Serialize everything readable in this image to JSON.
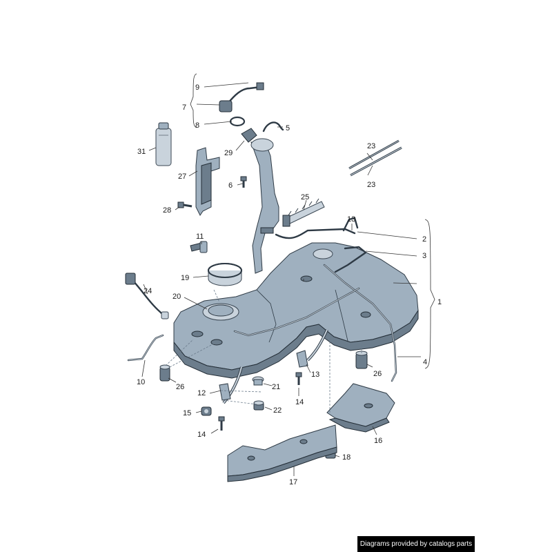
{
  "callouts": {
    "c1": "1",
    "c2": "2",
    "c3": "3",
    "c4": "4",
    "c5": "5",
    "c6": "6",
    "c7": "7",
    "c8": "8",
    "c9": "9",
    "c10": "10",
    "c11": "11",
    "c12": "12",
    "c13a": "13",
    "c13b": "13",
    "c14a": "14",
    "c14b": "14",
    "c15": "15",
    "c16": "16",
    "c17": "17",
    "c18": "18",
    "c19": "19",
    "c20": "20",
    "c21": "21",
    "c22": "22",
    "c23a": "23",
    "c23b": "23",
    "c24": "24",
    "c25": "25",
    "c26a": "26",
    "c26b": "26",
    "c27": "27",
    "c28": "28",
    "c29": "29",
    "c31": "31"
  },
  "credit": "Diagrams provided by catalogs parts"
}
